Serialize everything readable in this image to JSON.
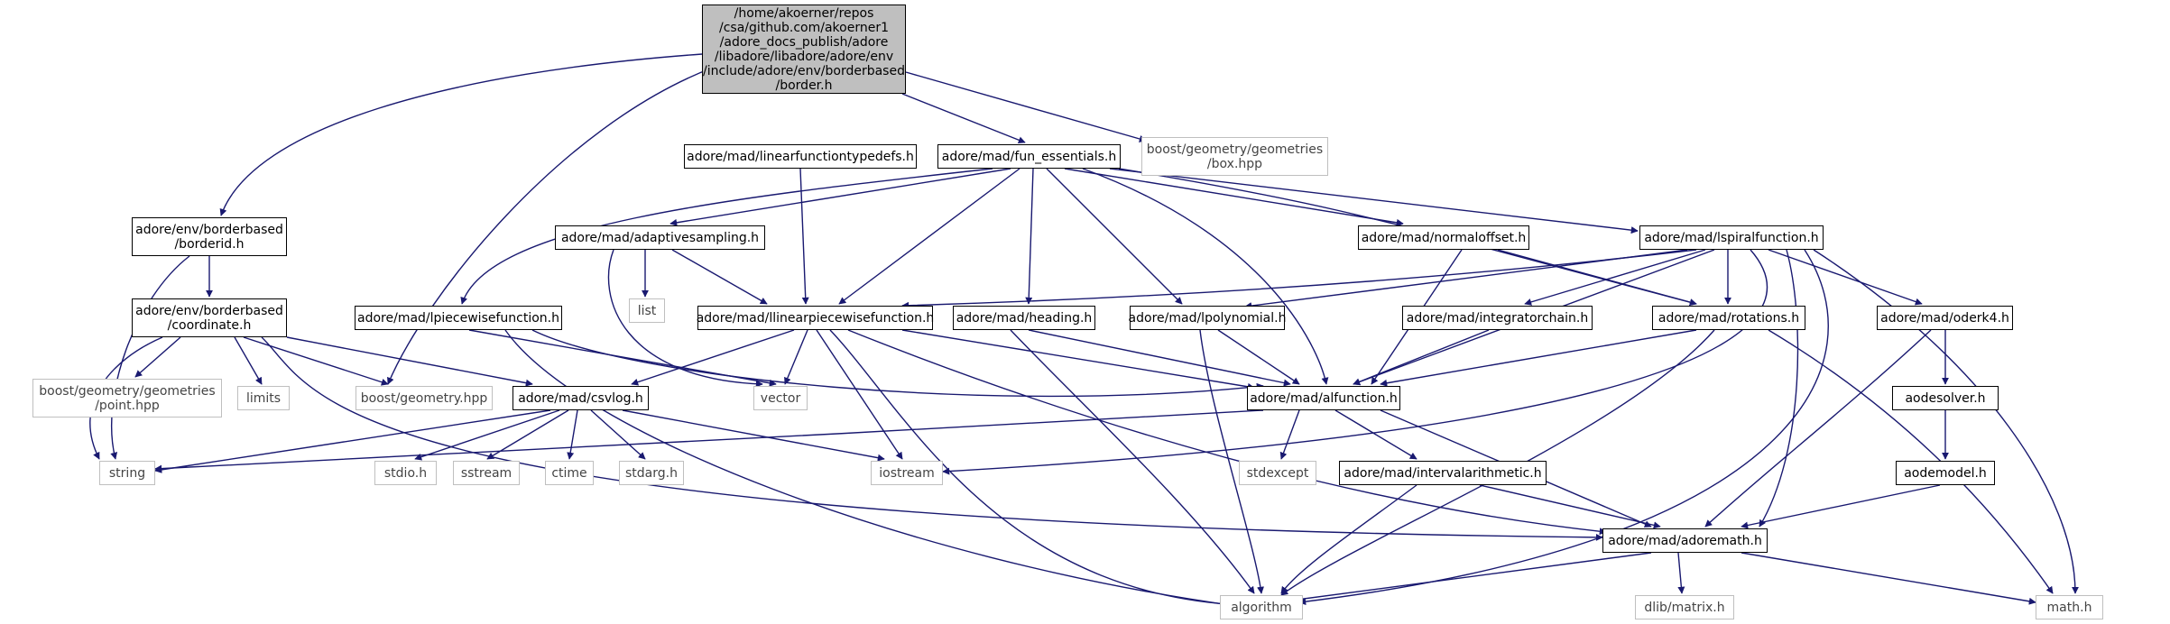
{
  "colors": {
    "edge": "#191970",
    "node_border": "#000000",
    "external_border": "#bfbfbf",
    "root_fill": "#bfbfbf"
  },
  "nodes": {
    "border_h": "/home/akoerner/repos\n/csa/github.com/akoerner1\n/adore_docs_publish/adore\n/libadore/libadore/adore/env\n/include/adore/env/borderbased\n/border.h",
    "borderid_h": "adore/env/borderbased\n/borderid.h",
    "coordinate_h": "adore/env/borderbased\n/coordinate.h",
    "linearfunctiontypedefs_h": "adore/mad/linearfunctiontypedefs.h",
    "fun_essentials_h": "adore/mad/fun_essentials.h",
    "box_hpp": "boost/geometry/geometries\n/box.hpp",
    "adaptivesampling_h": "adore/mad/adaptivesampling.h",
    "normaloffset_h": "adore/mad/normaloffset.h",
    "lspiralfunction_h": "adore/mad/lspiralfunction.h",
    "list": "list",
    "lpiecewisefunction_h": "adore/mad/lpiecewisefunction.h",
    "llinearpiecewisefunction_h": "adore/mad/llinearpiecewisefunction.h",
    "heading_h": "adore/mad/heading.h",
    "lpolynomial_h": "adore/mad/lpolynomial.h",
    "integratorchain_h": "adore/mad/integratorchain.h",
    "rotations_h": "adore/mad/rotations.h",
    "oderk4_h": "adore/mad/oderk4.h",
    "point_hpp": "boost/geometry/geometries\n/point.hpp",
    "limits": "limits",
    "geometry_hpp": "boost/geometry.hpp",
    "csvlog_h": "adore/mad/csvlog.h",
    "vector": "vector",
    "alfunction_h": "adore/mad/alfunction.h",
    "aodesolver_h": "aodesolver.h",
    "string": "string",
    "stdio_h": "stdio.h",
    "sstream": "sstream",
    "ctime": "ctime",
    "stdarg_h": "stdarg.h",
    "iostream": "iostream",
    "stdexcept": "stdexcept",
    "intervalarithmetic_h": "adore/mad/intervalarithmetic.h",
    "aodemodel_h": "aodemodel.h",
    "adoremath_h": "adore/mad/adoremath.h",
    "algorithm": "algorithm",
    "matrix_h": "dlib/matrix.h",
    "math_h": "math.h"
  }
}
